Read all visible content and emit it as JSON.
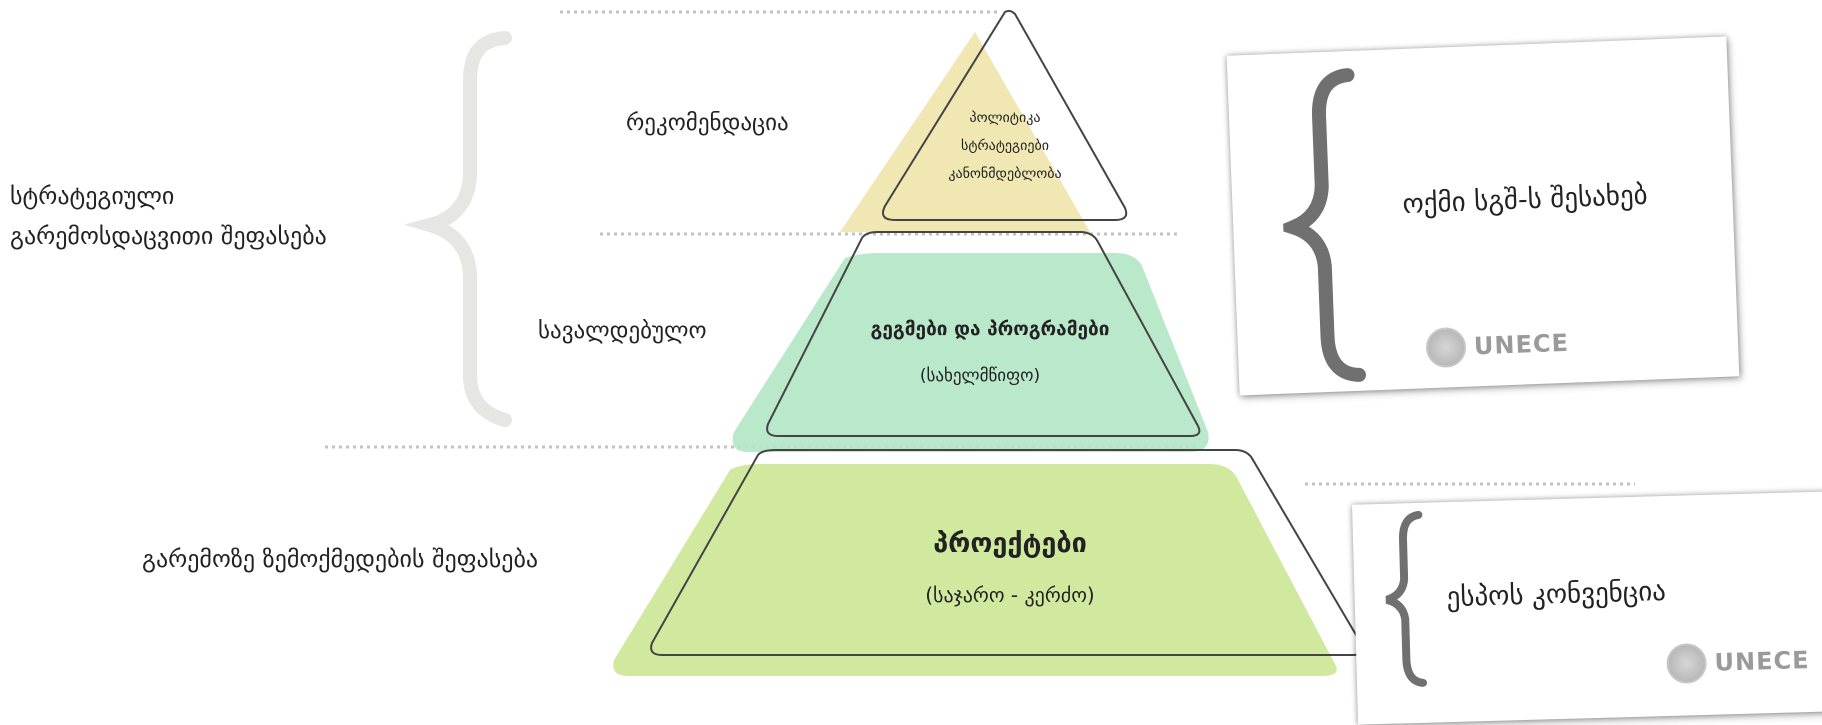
{
  "left_labels": {
    "strategic_assessment": [
      "სტრატეგიული",
      "გარემოსდაცვითი შეფასება"
    ],
    "impact_assessment": "გარემოზე ზემოქმედების შეფასება"
  },
  "tier_labels": {
    "recommendation": "რეკომენდაცია",
    "mandatory": "სავალდებულო"
  },
  "pyramid": {
    "top": [
      "პოლიტიკა",
      "სტრატეგიები",
      "კანონმდებლობა"
    ],
    "middle": {
      "title": "გეგმები და პროგრამები",
      "subtitle": "(სახელმწიფო)"
    },
    "bottom": {
      "title": "პროექტები",
      "subtitle": "(საჯარო - კერძო)"
    }
  },
  "right_cards": {
    "protocol": {
      "text": "ოქმი სგშ-ს შესახებ",
      "logo": "UNECE"
    },
    "convention": {
      "text": "ესპოს კონვენცია",
      "logo": "UNECE"
    }
  },
  "colors": {
    "yellow": "#efe3a6",
    "mint": "#b3e6c4",
    "lime": "#cfe89a",
    "outline": "#444444",
    "dotted": "#bdbdbd",
    "brace_light": "#e6e6e2",
    "brace_dark": "#707070"
  },
  "icons": [
    "brace-icon",
    "un-emblem-icon"
  ]
}
